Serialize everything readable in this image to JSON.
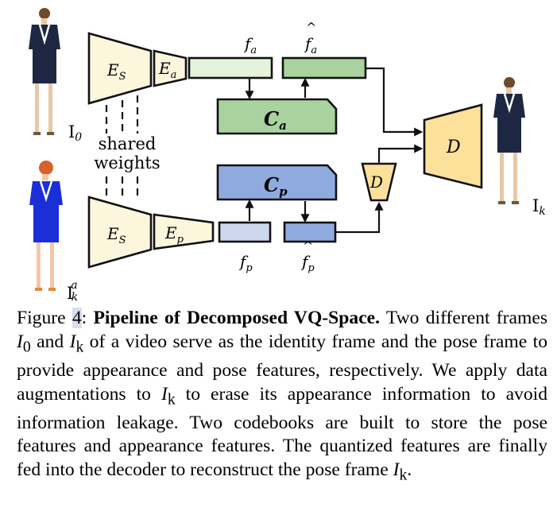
{
  "figure": {
    "frames": {
      "identity": "I0",
      "pose": "Ika",
      "output": "Ik"
    },
    "labels": {
      "encoder_shared": "E_S",
      "encoder_appearance": "E_a",
      "encoder_pose": "E_p",
      "decoder": "D",
      "feature_appearance": "f_a",
      "feature_appearance_quantized": "f̂_a",
      "feature_pose": "f_p",
      "feature_pose_quantized": "f̂_p",
      "codebook_appearance": "C_a",
      "codebook_pose": "C_p",
      "shared_weights_line1": "shared",
      "shared_weights_line2": "weights"
    },
    "colors": {
      "encoder_fill": "#fbf6dc",
      "decoder_fill": "#fbe19a",
      "appearance_feature": "#e6f3dc",
      "appearance_quantized": "#a8d39e",
      "codebook_appearance": "#a8d39e",
      "pose_feature": "#cdd8ef",
      "pose_quantized": "#8faadf",
      "codebook_pose": "#8faadf",
      "dress_navy": "#1e2742",
      "dress_blue": "#1b2fd9"
    }
  },
  "caption": {
    "figure_label": "Figure ",
    "figure_number": "4",
    "label_sep": ": ",
    "title": "Pipeline of Decomposed VQ-Space.",
    "text_1": " Two different frames ",
    "var_i0": "I",
    "sub_0": "0",
    "text_2": " and ",
    "var_ik_1": "I",
    "sub_k_1": "k",
    "text_3": " of a video serve as the identity frame and the pose frame to provide appearance and pose features, respectively. We apply data augmentations to ",
    "var_ik_2": "I",
    "sub_k_2": "k",
    "text_4": " to erase its appearance information to avoid information leakage. Two codebooks are built to store the pose features and appearance features. The quantized features are finally fed into the decoder to reconstruct the pose frame ",
    "var_ik_3": "I",
    "sub_k_3": "k",
    "text_5": "."
  }
}
